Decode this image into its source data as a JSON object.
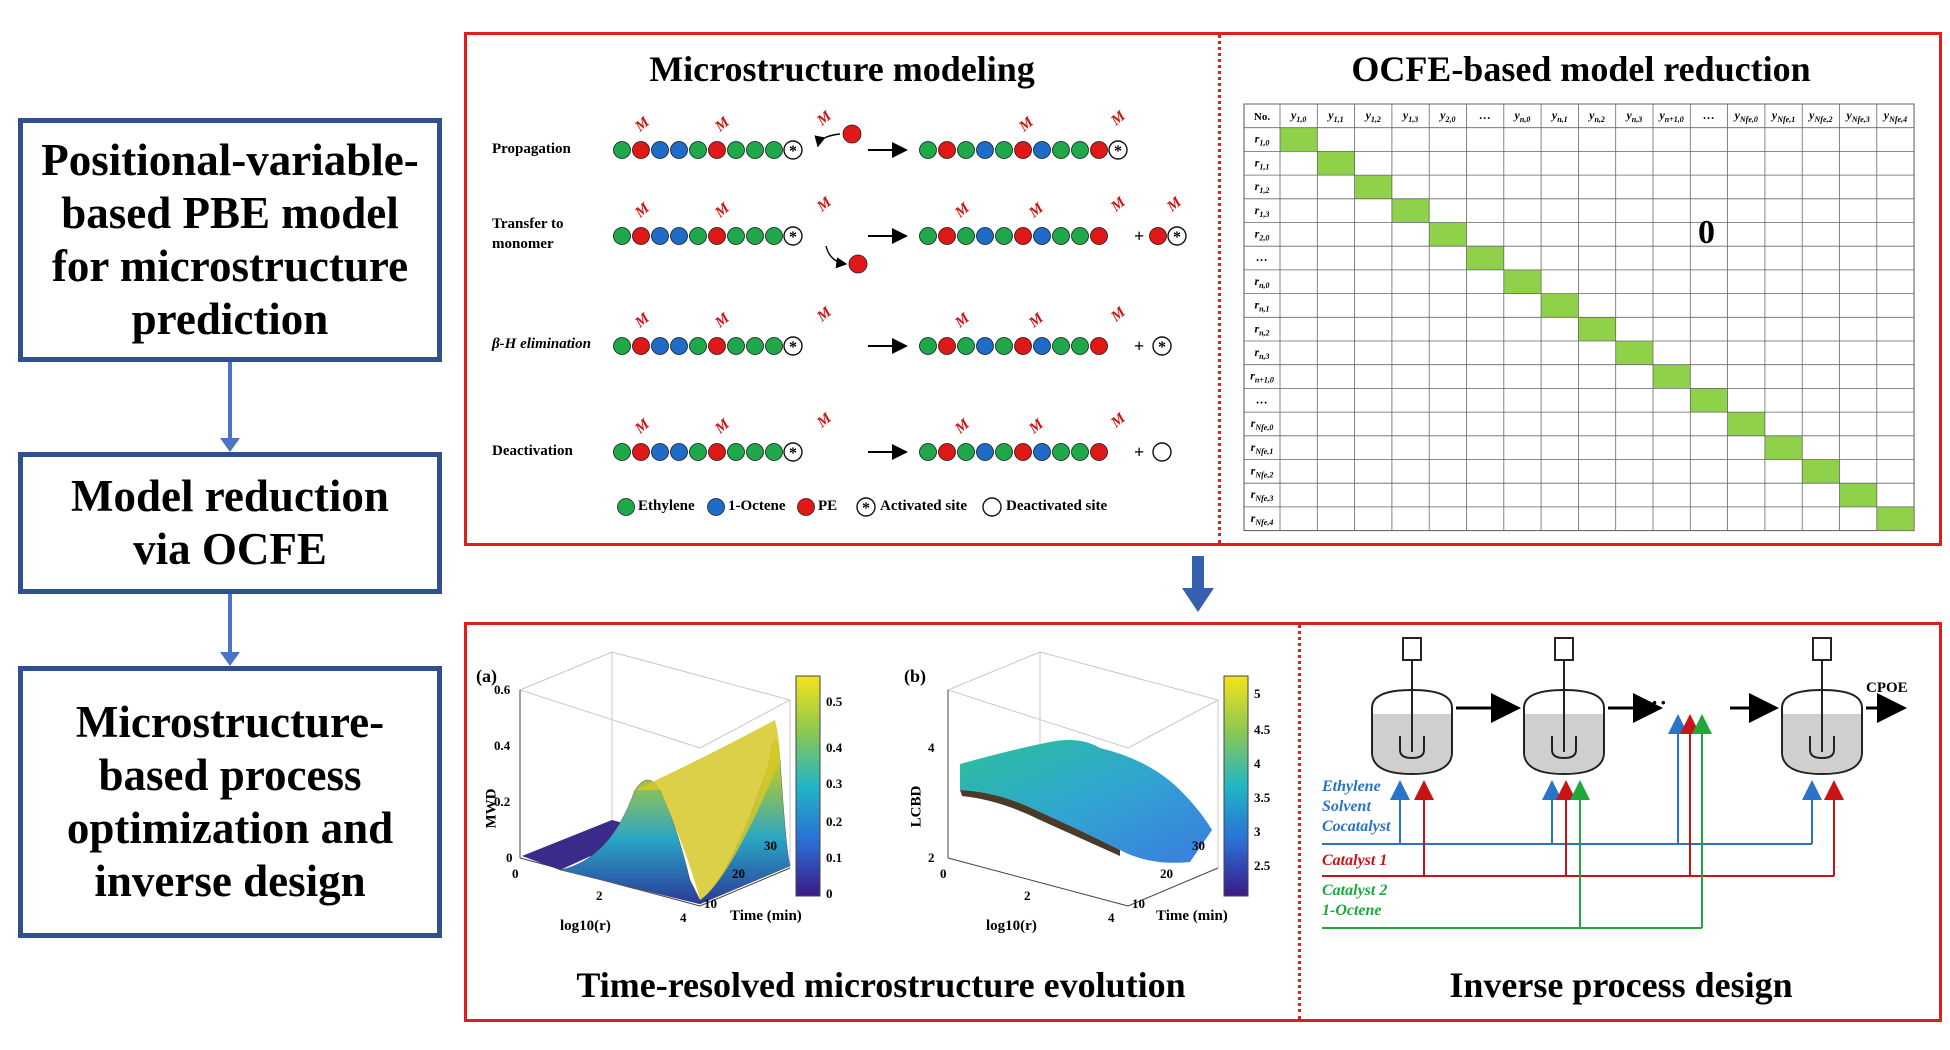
{
  "flow": {
    "box1": "Positional-variable-based PBE model for microstructure prediction",
    "box2": "Model reduction via OCFE",
    "box3": "Microstructure-based process optimization and inverse design"
  },
  "micro": {
    "title": "Microstructure modeling",
    "rows": [
      {
        "label": "Propagation"
      },
      {
        "label_line1": "Transfer to",
        "label_line2": "monomer"
      },
      {
        "label": "β-H elimination"
      },
      {
        "label": "Deactivation"
      }
    ],
    "legend": [
      "Ethylene",
      "1-Octene",
      "PE",
      "Activated site",
      "Deactivated site"
    ],
    "plus": "+",
    "site_symbol": "*",
    "m_letter": "M"
  },
  "ocfe": {
    "title": "OCFE-based model reduction",
    "corner": "No.",
    "zero": "0",
    "cols": [
      "y1,0",
      "y1,1",
      "y1,2",
      "y1,3",
      "y2,0",
      "…",
      "yn,0",
      "yn,1",
      "yn,2",
      "yn,3",
      "yn+1,0",
      "…",
      "yNfe,0",
      "yNfe,1",
      "yNfe,2",
      "yNfe,3",
      "yNfe,4"
    ],
    "rows": [
      "r1,0",
      "r1,1",
      "r1,2",
      "r1,3",
      "r2,0",
      "…",
      "rn,0",
      "rn,1",
      "rn,2",
      "rn,3",
      "rn+1,0",
      "…",
      "rNfe,0",
      "rNfe,1",
      "rNfe,2",
      "rNfe,3",
      "rNfe,4"
    ]
  },
  "time_panel": {
    "title": "Time-resolved microstructure evolution",
    "plot_a": {
      "tag": "(a)",
      "zlabel": "MWD",
      "xlabel": "log10(r)",
      "ylabel": "Time (min)",
      "zticks": [
        "0",
        "0.2",
        "0.4",
        "0.6"
      ],
      "xticks": [
        "0",
        "2",
        "4"
      ],
      "yticks": [
        "10",
        "20",
        "30"
      ],
      "cbar": [
        "0",
        "0.1",
        "0.2",
        "0.3",
        "0.4",
        "0.5"
      ]
    },
    "plot_b": {
      "tag": "(b)",
      "zlabel": "LCBD",
      "xlabel": "log10(r)",
      "ylabel": "Time (min)",
      "zticks": [
        "2",
        "4"
      ],
      "xticks": [
        "0",
        "2",
        "4"
      ],
      "yticks": [
        "10",
        "20",
        "30"
      ],
      "cbar": [
        "2.5",
        "3",
        "3.5",
        "4",
        "4.5",
        "5"
      ]
    }
  },
  "process": {
    "title": "Inverse process design",
    "output": "CPOE",
    "dots": "· · ·",
    "feeds": {
      "blue": [
        "Ethylene",
        "Solvent",
        "Cocatalyst"
      ],
      "red": [
        "Catalyst 1"
      ],
      "green": [
        "Catalyst 2",
        "1-Octene"
      ]
    },
    "colors": {
      "blue": "#2a73c8",
      "red": "#c81414",
      "green": "#1ea83c"
    }
  }
}
